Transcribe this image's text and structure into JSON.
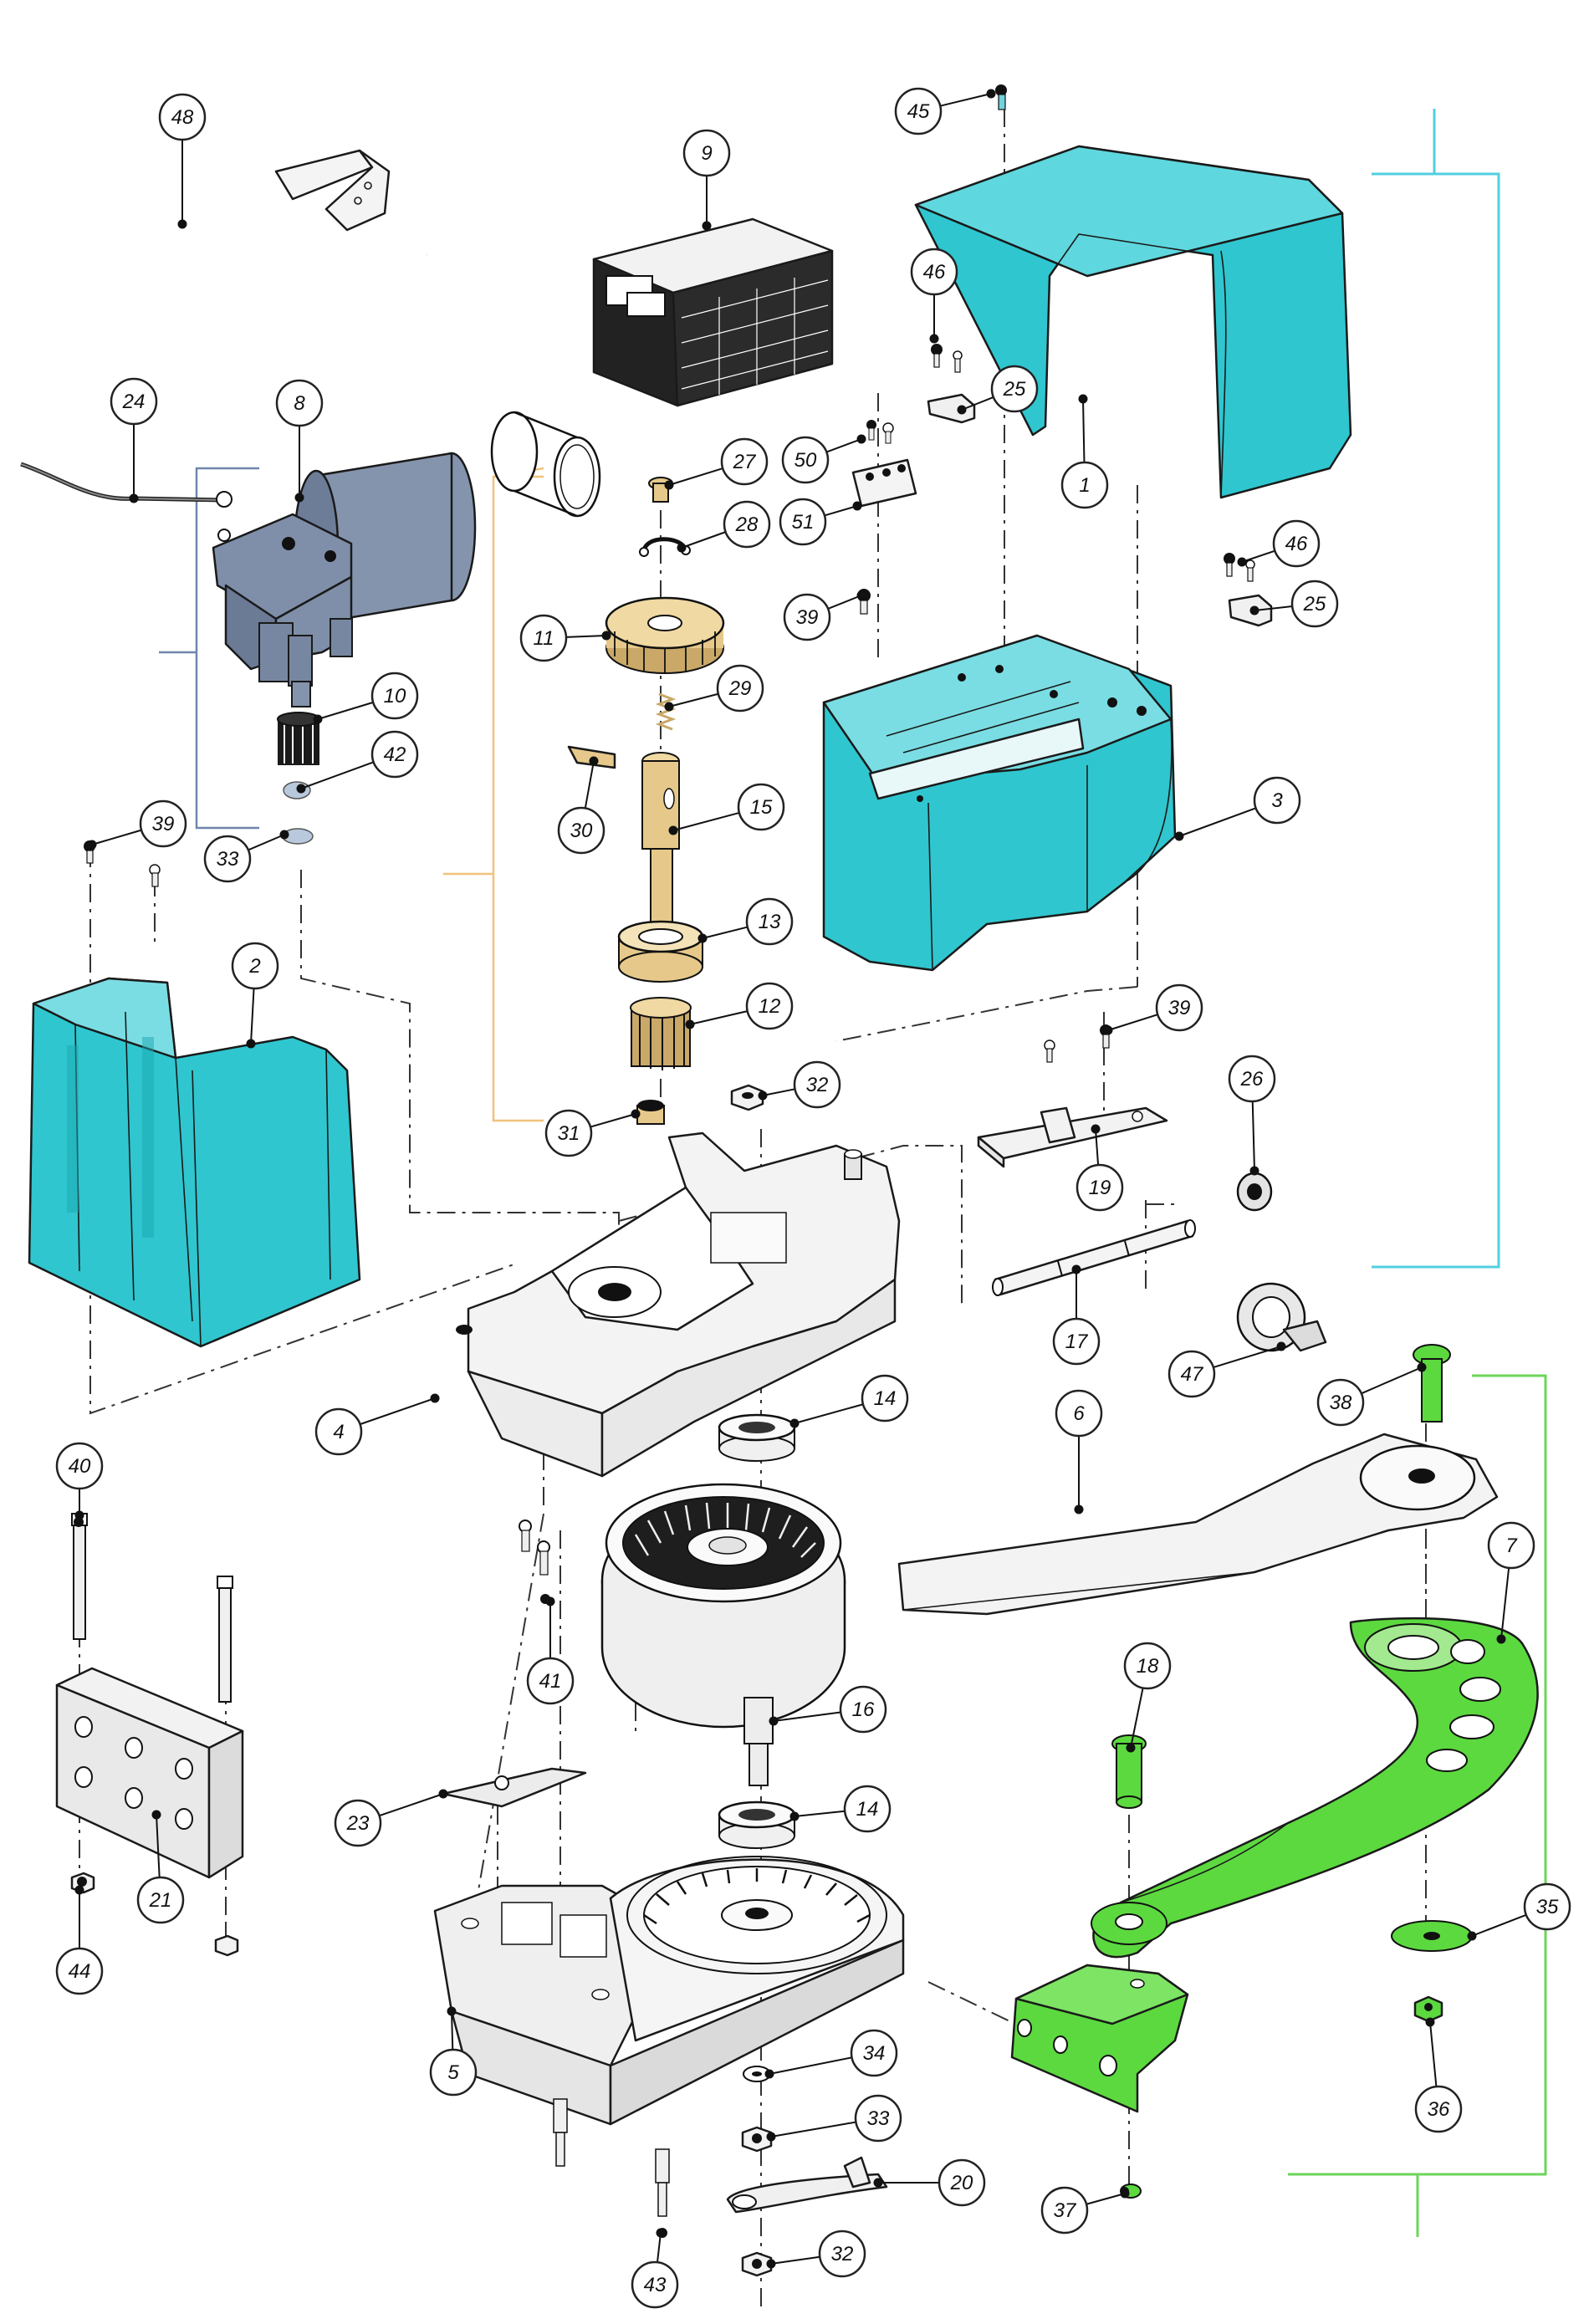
{
  "colors": {
    "cyan_parts": "#2fc6cf",
    "green_parts": "#5cd93f",
    "gray_blue_motor": "#8494ad",
    "bronze_parts": "#e6c98a",
    "bracket_cyan": "#52cfe0",
    "bracket_green": "#6dd45a",
    "bracket_orange": "#f1c27a",
    "bracket_steel": "#6f86ac"
  },
  "callouts": [
    {
      "id": "c48",
      "label": "48"
    },
    {
      "id": "c9",
      "label": "9"
    },
    {
      "id": "c45",
      "label": "45"
    },
    {
      "id": "c46a",
      "label": "46"
    },
    {
      "id": "c25a",
      "label": "25"
    },
    {
      "id": "c1",
      "label": "1"
    },
    {
      "id": "c24",
      "label": "24"
    },
    {
      "id": "c8",
      "label": "8"
    },
    {
      "id": "c27",
      "label": "27"
    },
    {
      "id": "c50",
      "label": "50"
    },
    {
      "id": "c51",
      "label": "51"
    },
    {
      "id": "c28",
      "label": "28"
    },
    {
      "id": "c46b",
      "label": "46"
    },
    {
      "id": "c25b",
      "label": "25"
    },
    {
      "id": "c11",
      "label": "11"
    },
    {
      "id": "c39a",
      "label": "39"
    },
    {
      "id": "c29",
      "label": "29"
    },
    {
      "id": "c10",
      "label": "10"
    },
    {
      "id": "c42",
      "label": "42"
    },
    {
      "id": "c30",
      "label": "30"
    },
    {
      "id": "c15",
      "label": "15"
    },
    {
      "id": "c3",
      "label": "3"
    },
    {
      "id": "c39b",
      "label": "39"
    },
    {
      "id": "c33a",
      "label": "33"
    },
    {
      "id": "c13",
      "label": "13"
    },
    {
      "id": "c2",
      "label": "2"
    },
    {
      "id": "c12",
      "label": "12"
    },
    {
      "id": "c39c",
      "label": "39"
    },
    {
      "id": "c32a",
      "label": "32"
    },
    {
      "id": "c26",
      "label": "26"
    },
    {
      "id": "c31",
      "label": "31"
    },
    {
      "id": "c19",
      "label": "19"
    },
    {
      "id": "c17",
      "label": "17"
    },
    {
      "id": "c47",
      "label": "47"
    },
    {
      "id": "c14a",
      "label": "14"
    },
    {
      "id": "c38",
      "label": "38"
    },
    {
      "id": "c4",
      "label": "4"
    },
    {
      "id": "c6",
      "label": "6"
    },
    {
      "id": "c40",
      "label": "40"
    },
    {
      "id": "c7",
      "label": "7"
    },
    {
      "id": "c41",
      "label": "41"
    },
    {
      "id": "c18",
      "label": "18"
    },
    {
      "id": "c16",
      "label": "16"
    },
    {
      "id": "c14b",
      "label": "14"
    },
    {
      "id": "c23",
      "label": "23"
    },
    {
      "id": "c21",
      "label": "21"
    },
    {
      "id": "c35",
      "label": "35"
    },
    {
      "id": "c44",
      "label": "44"
    },
    {
      "id": "c5",
      "label": "5"
    },
    {
      "id": "c34",
      "label": "34"
    },
    {
      "id": "c36",
      "label": "36"
    },
    {
      "id": "c33b",
      "label": "33"
    },
    {
      "id": "c20",
      "label": "20"
    },
    {
      "id": "c37",
      "label": "37"
    },
    {
      "id": "c43",
      "label": "43"
    },
    {
      "id": "c32b",
      "label": "32"
    }
  ]
}
